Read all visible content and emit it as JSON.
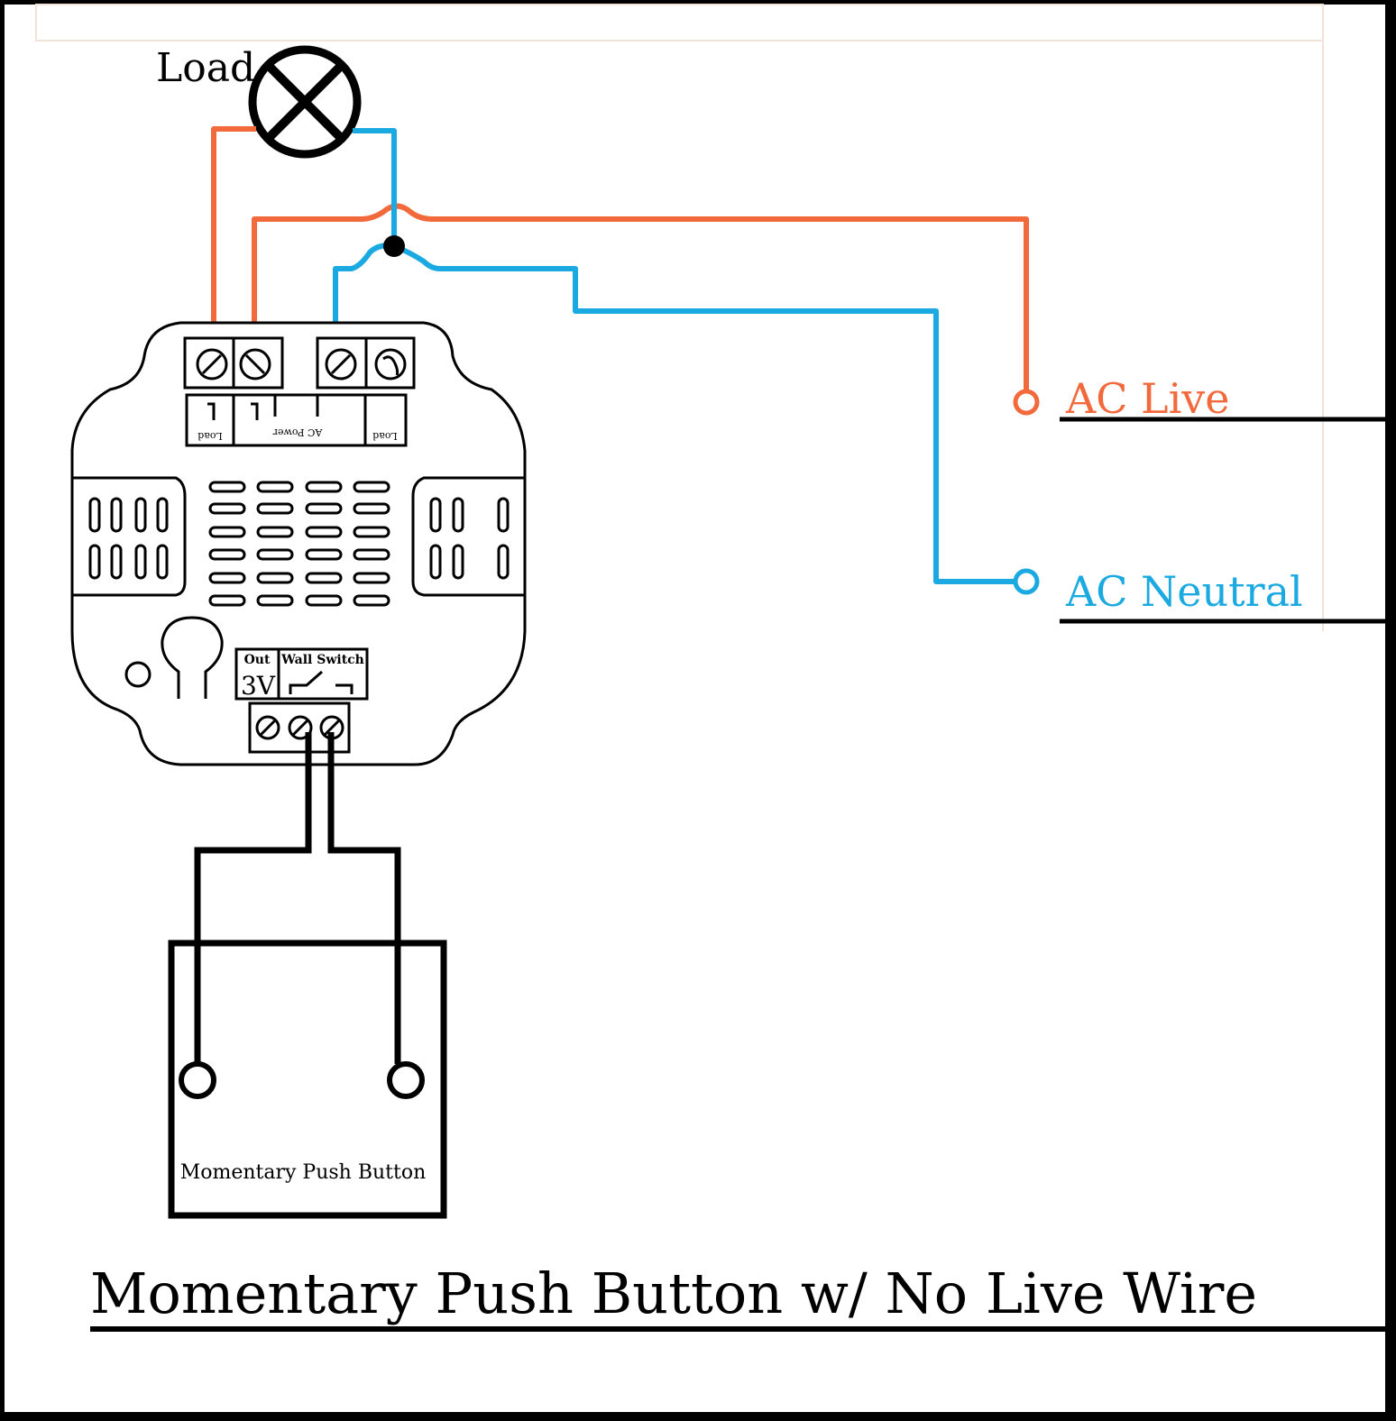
{
  "load_label": "Load",
  "ac_live_label": "AC Live",
  "ac_neutral_label": "AC Neutral",
  "button_label": "Momentary Push Button",
  "title": "Momentary Push Button w/ No Live Wire",
  "module": {
    "top_labels": [
      "L",
      "L",
      "AC Power",
      "Load",
      "Load"
    ],
    "out_label": "Out",
    "voltage_label": "3V",
    "wall_switch_label": "Wall Switch"
  },
  "colors": {
    "live": "#f26a3c",
    "neutral": "#1aa9e0",
    "ink": "#000000",
    "paper": "#ffffff",
    "frame": "#000000"
  }
}
